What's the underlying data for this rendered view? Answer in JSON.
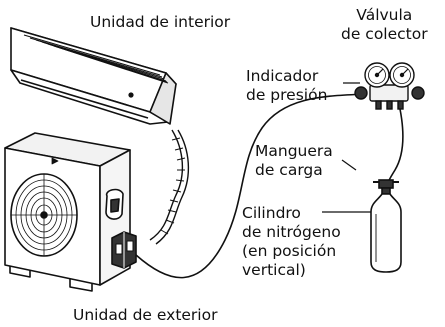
{
  "labels": {
    "indoor_unit": "Unidad de interior",
    "manifold_valve": [
      "Válvula",
      "de colector"
    ],
    "pressure_gauge": [
      "Indicador",
      "de presión"
    ],
    "charging_hose": [
      "Manguera",
      "de carga"
    ],
    "nitrogen_cylinder": [
      "Cilindro",
      "de nitrógeno",
      "(en posición",
      "vertical)"
    ],
    "outdoor_unit": "Unidad de exterior"
  },
  "colors": {
    "line": "#111111",
    "background": "#ffffff",
    "fill_light": "#f2f2f2",
    "fill_dark": "#333333"
  }
}
